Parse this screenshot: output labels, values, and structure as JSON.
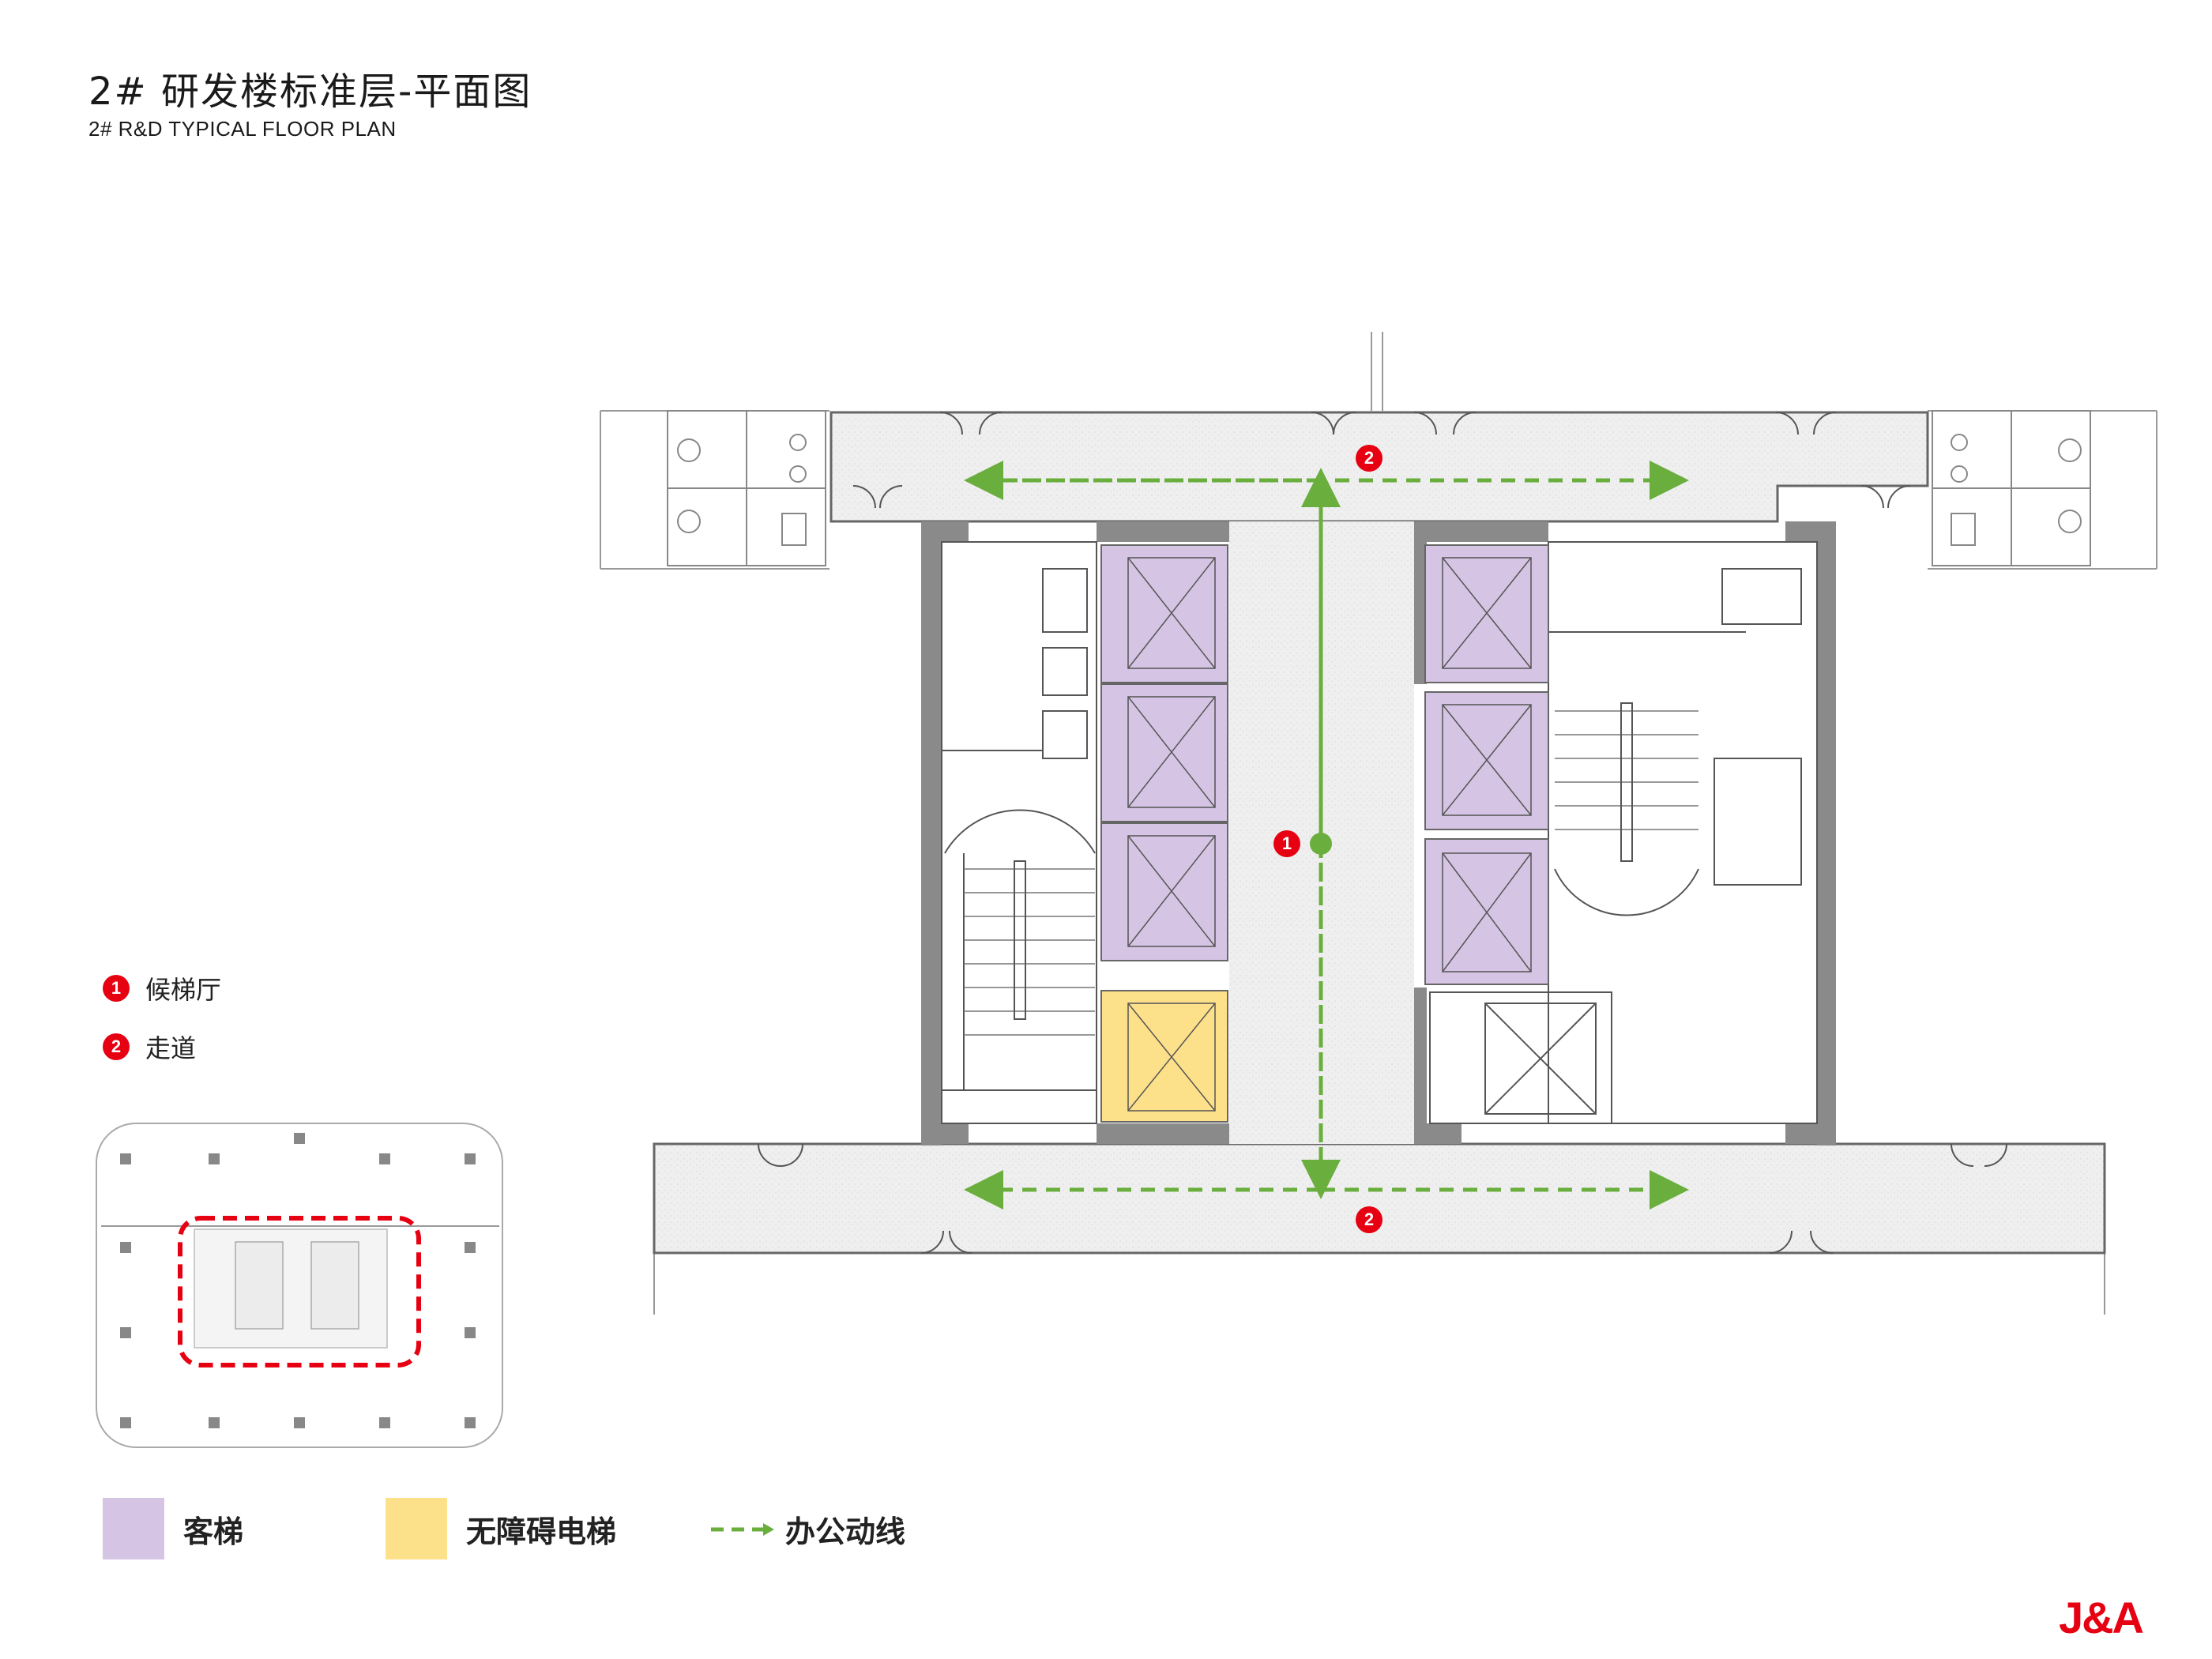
{
  "title": {
    "cn": "2# 研发楼标准层-平面图",
    "en": "2# R&D TYPICAL FLOOR  PLAN"
  },
  "plan_markers": {
    "m1": "1",
    "m2_top": "2",
    "m2_bottom": "2"
  },
  "notes": [
    {
      "num": "1",
      "label": "候梯厅"
    },
    {
      "num": "2",
      "label": "走道"
    }
  ],
  "legend": [
    {
      "label": "客梯",
      "color": "#d5c4e4"
    },
    {
      "label": "无障碍电梯",
      "color": "#fde08a"
    },
    {
      "label": "办公动线",
      "color": "#6aae3e"
    }
  ],
  "colors": {
    "corridor": "#eeeeee",
    "wall": "#8a8a8a",
    "passenger_lift": "#d5c4e4",
    "accessible_lift": "#fde08a",
    "route": "#6aae3e",
    "highlight": "#e60012"
  },
  "logo": "J&A"
}
